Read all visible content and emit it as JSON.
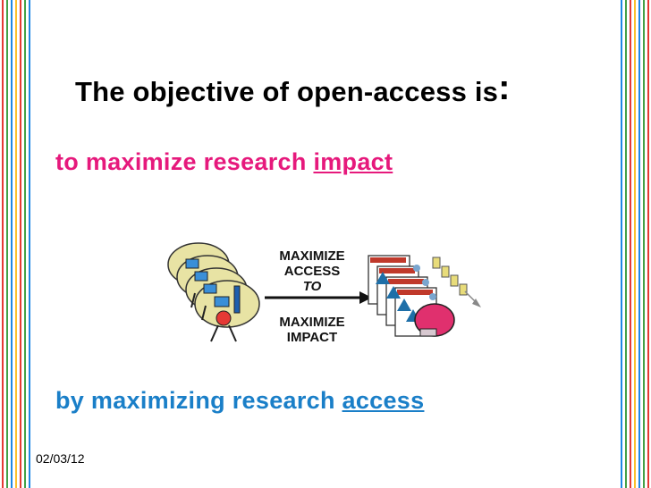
{
  "slide": {
    "title": "The objective of open-access is",
    "title_colon": ":",
    "line1": {
      "text": "to maximize research ",
      "keyword": "impact"
    },
    "line2": {
      "text": "by maximizing research ",
      "keyword": "access"
    },
    "date": "02/03/12"
  },
  "figure": {
    "top_label": [
      "MAXIMIZE",
      "ACCESS",
      "TO"
    ],
    "bottom_label": [
      "MAXIMIZE",
      "IMPACT"
    ]
  },
  "colors": {
    "pink": "#e6197c",
    "blue": "#1a7fc8",
    "stripes": [
      "#e53935",
      "#43a047",
      "#1e88e5",
      "#fbc02d",
      "#e53935",
      "#43a047",
      "#1e88e5"
    ]
  }
}
